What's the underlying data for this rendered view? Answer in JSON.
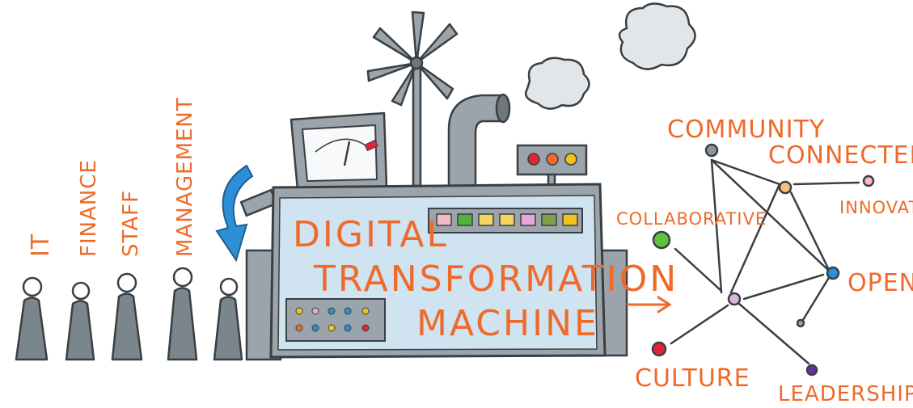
{
  "groups": [
    {
      "label": "IT"
    },
    {
      "label": "FINANCE"
    },
    {
      "label": "STAFF"
    },
    {
      "label": "MANAGEMENT"
    }
  ],
  "machine": {
    "line1": "DIGITAL",
    "line2": "TRANSFORMATION",
    "line3": "MACHINE"
  },
  "network": {
    "nodes": [
      {
        "label": "COMMUNITY",
        "color": "#8c949a"
      },
      {
        "label": "CONNECTED",
        "color": "#f4c27a"
      },
      {
        "label": "INNOVATION",
        "color": "#f6b7c8"
      },
      {
        "label": "COLLABORATIVE",
        "color": "#63c23c"
      },
      {
        "label": "OPEN",
        "color": "#2b8fd6"
      },
      {
        "label": "CULTURE",
        "color": "#e0243a"
      },
      {
        "label": "LEADERSHIP",
        "color": "#6a2fa0"
      }
    ]
  },
  "colors": {
    "accent": "#ef6a2a",
    "machine_panel": "#cfe3f1",
    "metal": "#9aa4aa",
    "arrow_blue": "#2d8fd5"
  }
}
